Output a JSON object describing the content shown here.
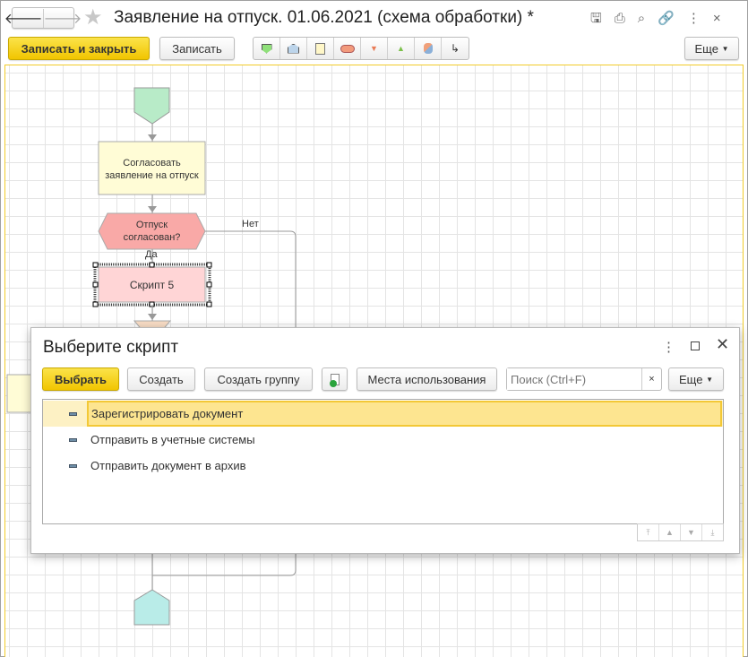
{
  "window": {
    "title": "Заявление на отпуск. 01.06.2021 (схема обработки) *"
  },
  "toolbar": {
    "save_close": "Записать и закрыть",
    "save": "Записать",
    "more": "Еще"
  },
  "diagram": {
    "start": "",
    "approve": "Согласовать заявление на отпуск",
    "decision": "Отпуск согласован?",
    "yes": "Да",
    "no": "Нет",
    "script": "Скрипт 5"
  },
  "dialog": {
    "title": "Выберите скрипт",
    "select": "Выбрать",
    "create": "Создать",
    "create_group": "Создать группу",
    "usages": "Места использования",
    "search_placeholder": "Поиск (Ctrl+F)",
    "more": "Еще",
    "items": [
      {
        "label": "Зарегистрировать документ"
      },
      {
        "label": "Отправить в учетные системы"
      },
      {
        "label": "Отправить документ в архив"
      }
    ]
  }
}
